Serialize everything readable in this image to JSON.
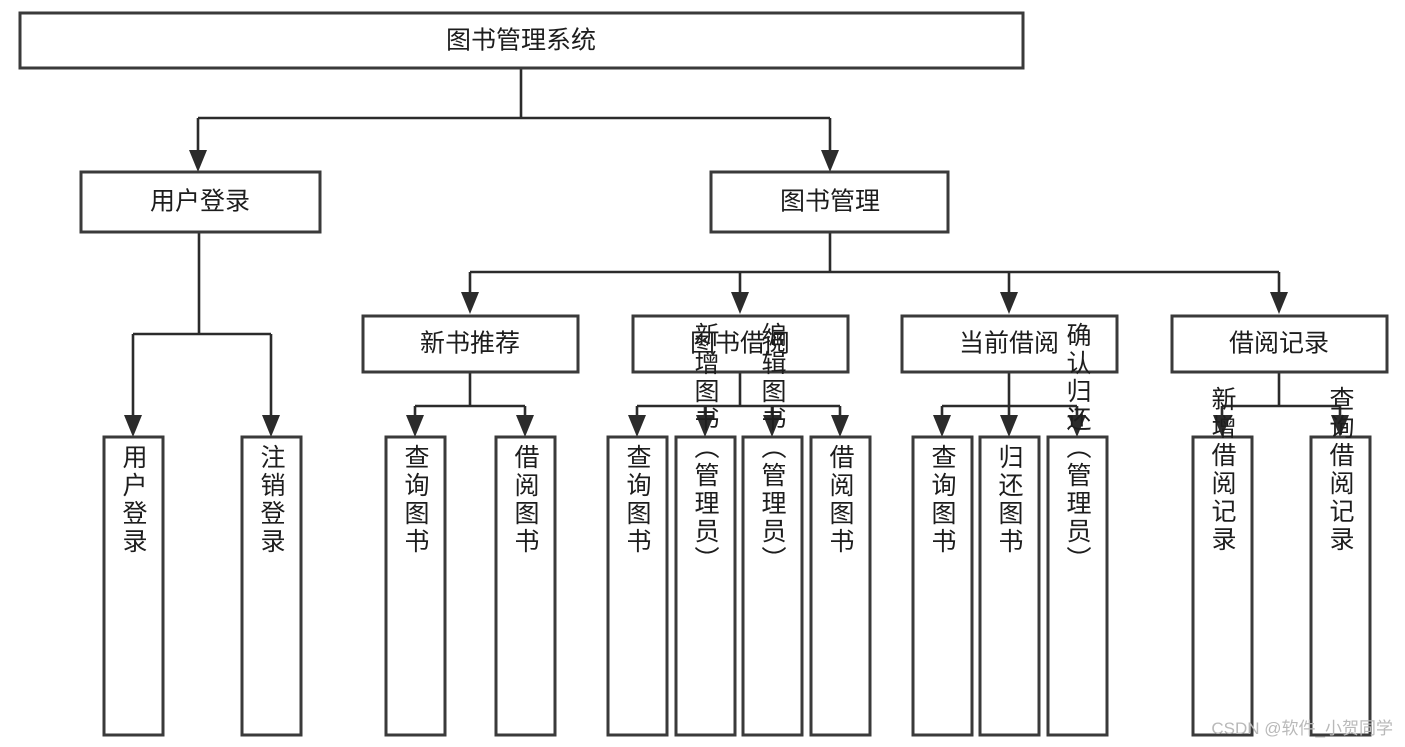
{
  "diagram": {
    "type": "tree-hierarchy-chart",
    "title": "图书管理系统",
    "orientation": "top-down",
    "colors": {
      "box_border": "#3a3a3a",
      "box_fill": "#ffffff",
      "connector": "#2b2b2b",
      "text": "#1d1d1d",
      "background": "#ffffff",
      "watermark": "#b9b9b9"
    },
    "root": {
      "id": "root",
      "label": "图书管理系统",
      "text_orientation": "horizontal"
    },
    "level2": [
      {
        "id": "user-login",
        "label": "用户登录",
        "text_orientation": "horizontal"
      },
      {
        "id": "book-manage",
        "label": "图书管理",
        "text_orientation": "horizontal"
      }
    ],
    "level3": [
      {
        "id": "new-book-recommend",
        "label": "新书推荐",
        "text_orientation": "horizontal",
        "parent": "book-manage"
      },
      {
        "id": "book-borrow",
        "label": "图书借阅",
        "text_orientation": "horizontal",
        "parent": "book-manage"
      },
      {
        "id": "current-borrow",
        "label": "当前借阅",
        "text_orientation": "horizontal",
        "parent": "book-manage"
      },
      {
        "id": "borrow-record",
        "label": "借阅记录",
        "text_orientation": "horizontal",
        "parent": "book-manage"
      }
    ],
    "leaves": {
      "user_login": [
        {
          "id": "leaf-user-login",
          "label": "用户登录",
          "text_orientation": "vertical"
        },
        {
          "id": "leaf-logout",
          "label": "注销登录",
          "text_orientation": "vertical"
        }
      ],
      "new_book_recommend": [
        {
          "id": "leaf-query-book-1",
          "label": "查询图书",
          "text_orientation": "vertical"
        },
        {
          "id": "leaf-borrow-book-1",
          "label": "借阅图书",
          "text_orientation": "vertical"
        }
      ],
      "book_borrow": [
        {
          "id": "leaf-query-book-2",
          "label": "查询图书",
          "text_orientation": "vertical"
        },
        {
          "id": "leaf-add-book",
          "label": "新增图书（管理员）",
          "text_orientation": "vertical"
        },
        {
          "id": "leaf-edit-book",
          "label": "编辑图书（管理员）",
          "text_orientation": "vertical"
        },
        {
          "id": "leaf-borrow-book-2",
          "label": "借阅图书",
          "text_orientation": "vertical"
        }
      ],
      "current_borrow": [
        {
          "id": "leaf-query-book-3",
          "label": "查询图书",
          "text_orientation": "vertical"
        },
        {
          "id": "leaf-return-book",
          "label": "归还图书",
          "text_orientation": "vertical"
        },
        {
          "id": "leaf-confirm-return",
          "label": "确认归还（管理员）",
          "text_orientation": "vertical"
        }
      ],
      "borrow_record": [
        {
          "id": "leaf-add-record",
          "label": "新增借阅记录",
          "text_orientation": "vertical"
        },
        {
          "id": "leaf-query-record",
          "label": "查询借阅记录",
          "text_orientation": "vertical"
        }
      ]
    }
  },
  "watermark": {
    "text": "CSDN @软件_小贺同学"
  }
}
